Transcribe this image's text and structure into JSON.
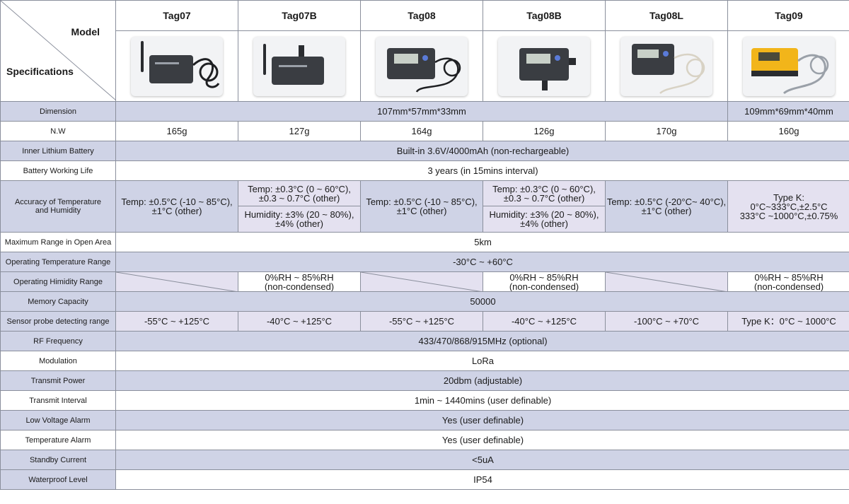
{
  "header": {
    "model_label": "Model",
    "spec_label": "Specifications",
    "models": [
      "Tag07",
      "Tag07B",
      "Tag08",
      "Tag08B",
      "Tag08L",
      "Tag09"
    ]
  },
  "rows": {
    "dimension": {
      "label": "Dimension",
      "common": "107mm*57mm*33mm",
      "tag09": "109mm*69mm*40mm"
    },
    "nw": {
      "label": "N.W",
      "values": [
        "165g",
        "127g",
        "164g",
        "126g",
        "170g",
        "160g"
      ]
    },
    "battery": {
      "label": "Inner Lithium Battery",
      "value": "Built-in 3.6V/4000mAh (non-rechargeable)"
    },
    "battery_life": {
      "label": "Battery Working Life",
      "value": "3 years (in 15mins interval)"
    },
    "accuracy": {
      "label_line1": "Accuracy of Temperature",
      "label_line2": "and Humidity",
      "tag07": {
        "line1": "Temp: ±0.5°C (-10 ~ 85°C),",
        "line2": "±1°C (other)"
      },
      "tag07b": {
        "temp1": "Temp: ±0.3°C (0 ~ 60°C),",
        "temp2": "±0.3 ~ 0.7°C (other)",
        "hum1": "Humidity: ±3% (20 ~ 80%),",
        "hum2": "±4% (other)"
      },
      "tag08": {
        "line1": "Temp: ±0.5°C (-10 ~ 85°C),",
        "line2": "±1°C (other)"
      },
      "tag08b": {
        "temp1": "Temp: ±0.3°C (0 ~ 60°C),",
        "temp2": "±0.3 ~ 0.7°C (other)",
        "hum1": "Humidity: ±3% (20 ~ 80%),",
        "hum2": "±4% (other)"
      },
      "tag08l": {
        "line1": "Temp: ±0.5°C (-20°C~ 40°C),",
        "line2": "±1°C (other)"
      },
      "tag09": {
        "line1": "Type K:",
        "line2": "0°C~333°C,±2.5°C",
        "line3": "333°C ~1000°C,±0.75%"
      }
    },
    "max_range": {
      "label": "Maximum Range in Open Area",
      "value": "5km"
    },
    "op_temp": {
      "label": "Operating Temperature Range",
      "value": "-30°C ~ +60°C"
    },
    "op_hum": {
      "label": "Operating Himidity Range",
      "line1": "0%RH ~ 85%RH",
      "line2": "(non-condensed)"
    },
    "memory": {
      "label": "Memory Capacity",
      "value": "50000"
    },
    "probe": {
      "label": "Sensor probe detecting range",
      "values": [
        "-55°C ~ +125°C",
        "-40°C ~ +125°C",
        "-55°C ~ +125°C",
        "-40°C ~ +125°C",
        "-100°C ~ +70°C",
        "Type K：0°C ~ 1000°C"
      ]
    },
    "rf": {
      "label": "RF Frequency",
      "value": "433/470/868/915MHz (optional)"
    },
    "modulation": {
      "label": "Modulation",
      "value": "LoRa"
    },
    "tx_power": {
      "label": "Transmit Power",
      "value": "20dbm (adjustable)"
    },
    "tx_interval": {
      "label": "Transmit Interval",
      "value": "1min ~ 1440mins (user definable)"
    },
    "low_voltage": {
      "label": "Low Voltage Alarm",
      "value": "Yes (user definable)"
    },
    "temp_alarm": {
      "label": "Temperature Alarm",
      "value": "Yes (user definable)"
    },
    "standby": {
      "label": "Standby Current",
      "value": "<5uA"
    },
    "waterproof": {
      "label": "Waterproof Level",
      "value": "IP54"
    }
  },
  "colors": {
    "band": "#cfd3e6",
    "band_light": "#e4e1f0",
    "border": "#8a8f9c",
    "device_dark": "#3a3d42",
    "device_yellow": "#f2b51a"
  }
}
